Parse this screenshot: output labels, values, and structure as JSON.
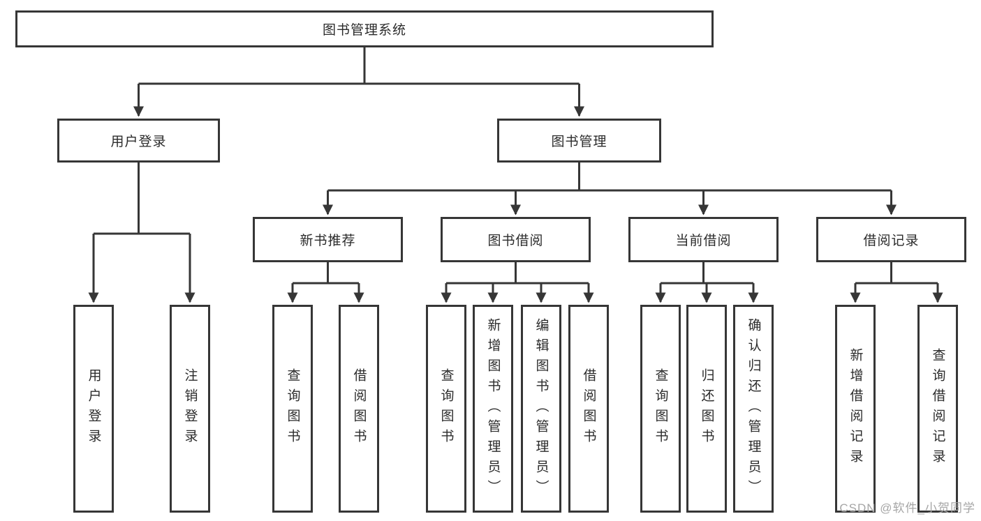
{
  "tree": {
    "root": "图书管理系统",
    "level2": [
      "用户登录",
      "图书管理"
    ],
    "level3": [
      "新书推荐",
      "图书借阅",
      "当前借阅",
      "借阅记录"
    ],
    "leaves": {
      "user_login": [
        "用户登录",
        "注销登录"
      ],
      "new_book_recommend": [
        "查询图书",
        "借阅图书"
      ],
      "book_borrow": [
        "查询图书",
        "新增图书（管理员）",
        "编辑图书（管理员）",
        "借阅图书"
      ],
      "current_borrow": [
        "查询图书",
        "归还图书",
        "确认归还（管理员）"
      ],
      "borrow_records": [
        "新增借阅记录",
        "查询借阅记录"
      ]
    }
  },
  "watermark": "CSDN @软件_小贺同学",
  "colors": {
    "line": "#363636",
    "text": "#2b2b2b",
    "watermark": "#a6a6a6",
    "background": "#ffffff"
  }
}
